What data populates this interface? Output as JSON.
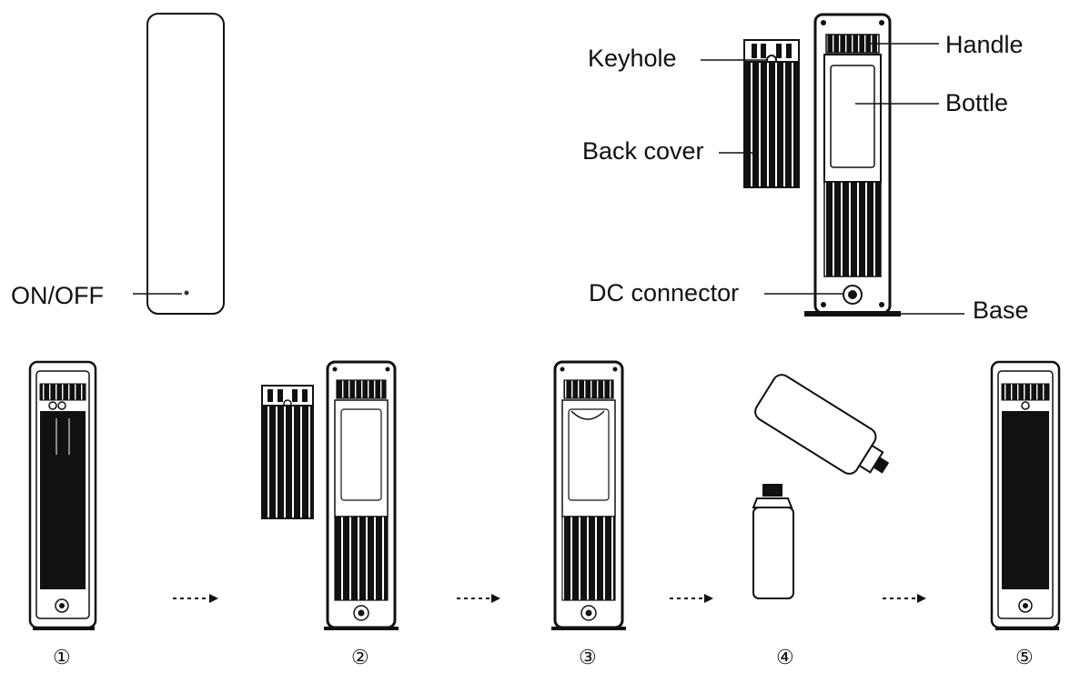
{
  "labels": {
    "on_off": "ON/OFF",
    "keyhole": "Keyhole",
    "handle": "Handle",
    "bottle": "Bottle",
    "back_cover": "Back cover",
    "dc_connector": "DC connector",
    "base": "Base"
  },
  "steps": [
    "①",
    "②",
    "③",
    "④",
    "⑤"
  ],
  "colors": {
    "ink": "#111111",
    "background": "#ffffff"
  }
}
